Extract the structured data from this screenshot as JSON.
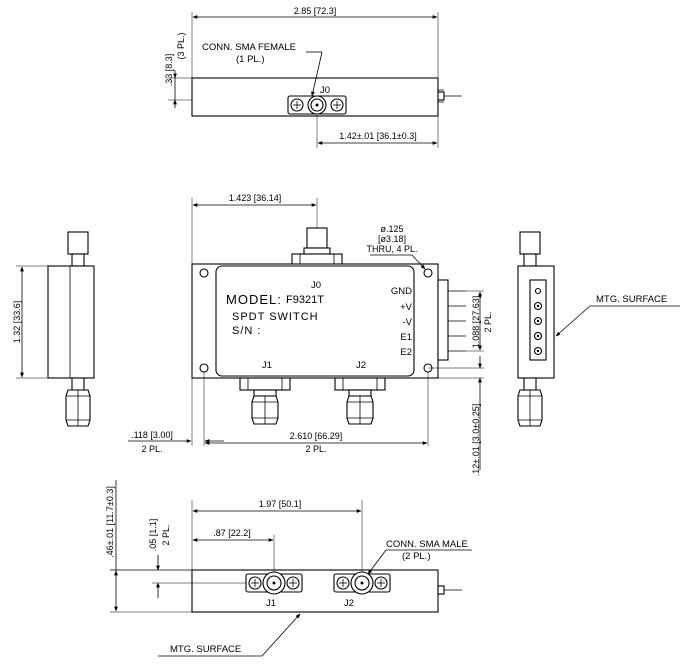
{
  "top_view": {
    "width_dim": "2.85 [72.3]",
    "height_dim": ".33 [8.3]",
    "height_pl": "(3 PL.)",
    "conn_label_1": "CONN. SMA FEMALE",
    "conn_label_2": "(1 PL.)",
    "port_label": "J0",
    "offset_dim": "1.42±.01 [36.1±0.3]"
  },
  "front_view": {
    "j0_offset_dim": "1.423 [36.14]",
    "hole_dim_1": "ø.125",
    "hole_dim_2": "[ø3.18]",
    "hole_dim_3": "THRU, 4 PL.",
    "port_j0": "J0",
    "port_j1": "J1",
    "port_j2": "J2",
    "model_prefix": "MODEL:",
    "model_number": "F9321T",
    "description": "SPDT SWITCH",
    "serial_label": "S/N :",
    "pins": [
      "GND",
      "+V",
      "-V",
      "E1",
      "E2"
    ],
    "pin_pitch_dim": "1.088 [27.63]",
    "pin_pitch_pl": "2 PL.",
    "left_height_dim": "1.32 [33.6]",
    "hole_edge_dim": ".118 [3.00]",
    "hole_edge_pl": "2 PL.",
    "hole_span_dim": "2.610 [66.29]",
    "hole_span_pl": "2 PL.",
    "bottom_edge_dim": ".12±.01 [3.0±0.25]",
    "mtg_surface": "MTG. SURFACE"
  },
  "bottom_view": {
    "height_dim": ".46±.01 [11.7±0.3]",
    "small_dim": ".05 [1.1]",
    "small_pl": "2 PL.",
    "j1_offset_dim": ".87 [22.2]",
    "j2_offset_dim": "1.97 [50.1]",
    "conn_label_1": "CONN. SMA MALE",
    "conn_label_2": "(2 PL.)",
    "port_j1": "J1",
    "port_j2": "J2",
    "mtg_surface": "MTG. SURFACE"
  }
}
